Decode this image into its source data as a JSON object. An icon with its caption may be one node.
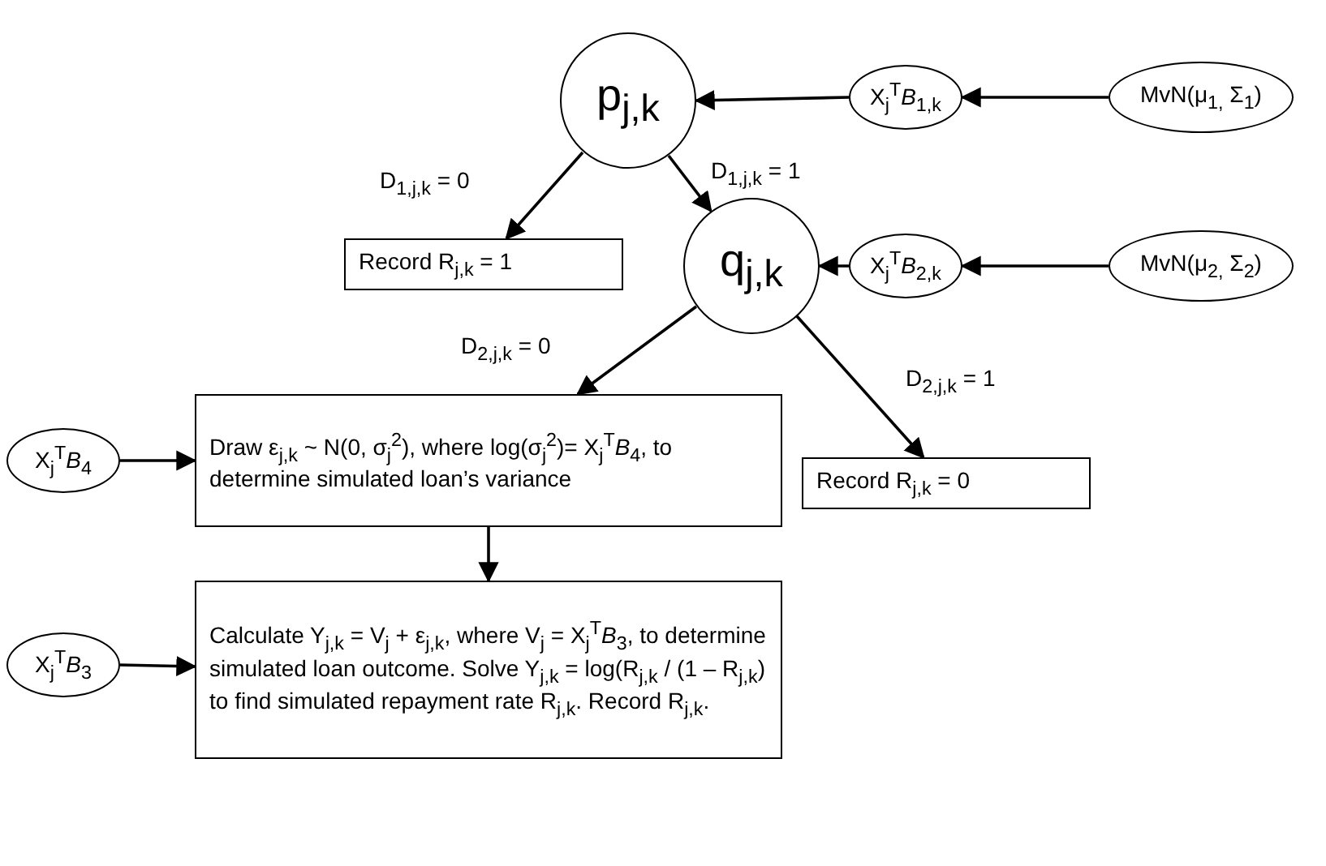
{
  "diagram": {
    "nodes": [
      {
        "text": [
          "p$_{j,k}$"
        ]
      },
      {
        "text": [
          "X$_{j}$$^{T}$*B*$_{1,k}$"
        ]
      },
      {
        "text": [
          "MvN(μ$_{1,}$ Σ$_{1}$)"
        ]
      },
      {
        "text": [
          "Record R$_{j,k}$ = 1"
        ]
      },
      {
        "text": [
          "q$_{j,k}$"
        ]
      },
      {
        "text": [
          "X$_{j}$$^{T}$*B*$_{2,k}$"
        ]
      },
      {
        "text": [
          "MvN(μ$_{2,}$ Σ$_{2}$)"
        ]
      },
      {
        "text": [
          "Draw ε$_{j,k}$ ~ N(0, σ$_{j}$$^{2}$), where log(σ$_{j}$$^{2}$)= X$_{j}$$^{T}$*B*$_{4}$, to determine simulated loan’s variance"
        ]
      },
      {
        "text": [
          "Record R$_{j,k}$ = 0"
        ]
      },
      {
        "text": [
          "X$_{j}$$^{T}$*B*$_{4}$"
        ]
      },
      {
        "text": [
          "Calculate Y$_{j,k}$ = V$_{j}$ + ε$_{j,k}$, where V$_{j}$ = X$_{j}$$^{T}$*B*$_{3}$, to determine simulated loan outcome. Solve Y$_{j,k}$ = log(R$_{j,k}$ / (1 – R$_{j,k}$) to find simulated repayment rate R$_{j,k}$. Record R$_{j,k}$."
        ]
      },
      {
        "text": [
          "X$_{j}$$^{T}$*B*$_{3}$"
        ]
      }
    ],
    "edges": [
      {
        "from": 2,
        "to": 1,
        "arrow": "to"
      },
      {
        "from": 1,
        "to": 0,
        "arrow": "to"
      },
      {
        "from": 0,
        "to": 3,
        "arrow": "to",
        "label": "D$_{1,j,k}$ = 0"
      },
      {
        "from": 0,
        "to": 4,
        "arrow": "to",
        "label": "D$_{1,j,k}$ = 1"
      },
      {
        "from": 6,
        "to": 5,
        "arrow": "to"
      },
      {
        "from": 5,
        "to": 4,
        "arrow": "to"
      },
      {
        "from": 4,
        "to": 7,
        "arrow": "to",
        "label": "D$_{2,j,k}$ = 0"
      },
      {
        "from": 4,
        "to": 8,
        "arrow": "to",
        "label": "D$_{2,j,k}$ = 1"
      },
      {
        "from": 9,
        "to": 7,
        "arrow": "to"
      },
      {
        "from": 7,
        "to": 10,
        "arrow": "to"
      },
      {
        "from": 11,
        "to": 10,
        "arrow": "to"
      }
    ]
  }
}
